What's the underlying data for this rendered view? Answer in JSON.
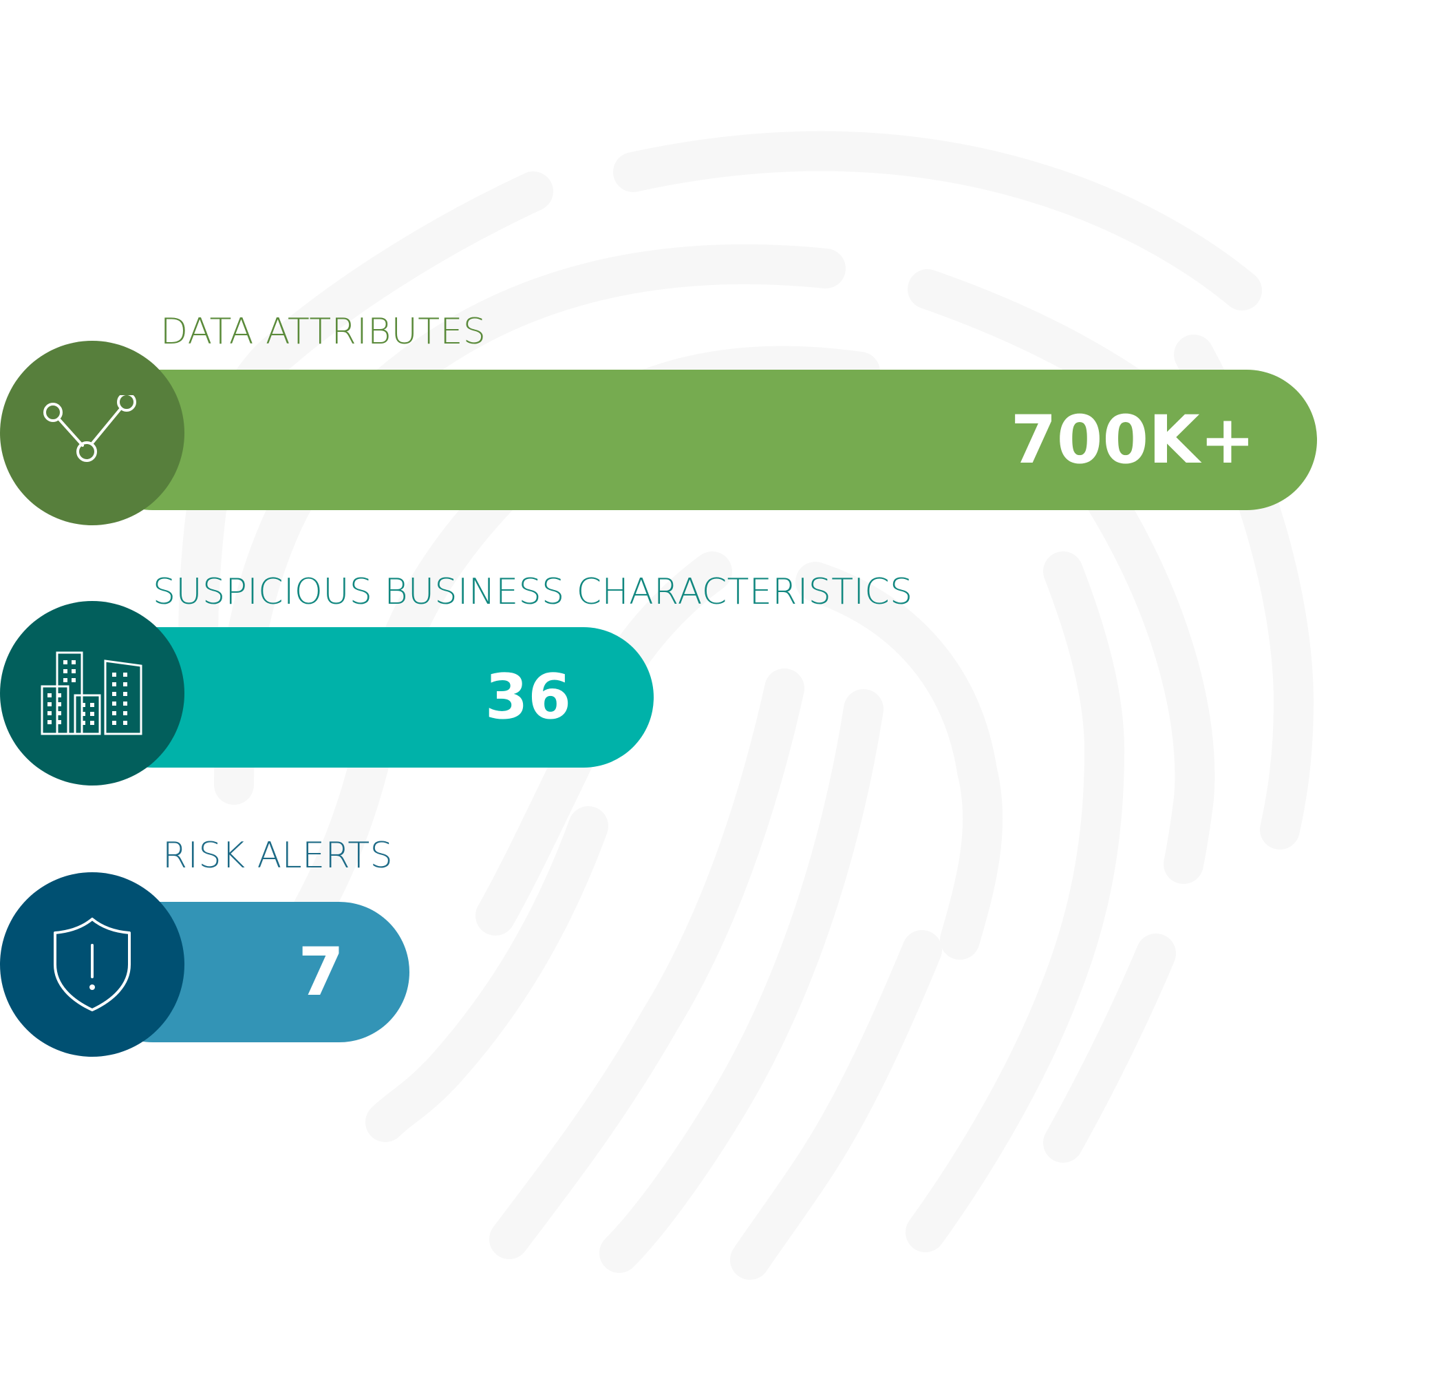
{
  "stats": [
    {
      "label": "DATA ATTRIBUTES",
      "value": "700K+",
      "icon": "line-graph-nodes-icon",
      "bar_color": "#76ab50",
      "circle_color": "#577f3c",
      "label_color": "#5a8a3a"
    },
    {
      "label": "SUSPICIOUS BUSINESS CHARACTERISTICS",
      "value": "36",
      "icon": "office-buildings-icon",
      "bar_color": "#00b2a9",
      "circle_color": "#025f5c",
      "label_color": "#11877f"
    },
    {
      "label": "RISK ALERTS",
      "value": "7",
      "icon": "shield-alert-icon",
      "bar_color": "#3394b6",
      "circle_color": "#005072",
      "label_color": "#1d6a86"
    }
  ],
  "background": {
    "icon": "fingerprint-icon",
    "color": "#f7f7f7"
  }
}
